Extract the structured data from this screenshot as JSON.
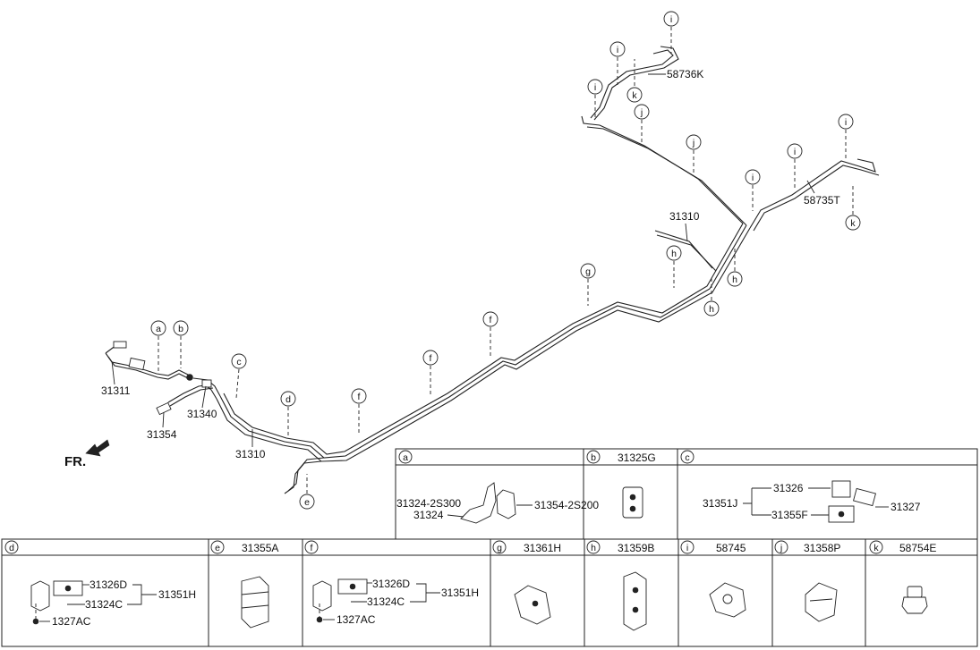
{
  "labels": {
    "p31311": "31311",
    "p31354": "31354",
    "p31340": "31340",
    "p31310_left": "31310",
    "p31310_right": "31310",
    "p58736K": "58736K",
    "p58735T": "58735T",
    "fr": "FR."
  },
  "callouts": {
    "a": "a",
    "b": "b",
    "c": "c",
    "d": "d",
    "e": "e",
    "f": "f",
    "g": "g",
    "h": "h",
    "i": "i",
    "j": "j",
    "k": "k"
  },
  "detail_cells": {
    "a": {
      "letter": "a",
      "parts": [
        "31324-2S300",
        "31324",
        "31354-2S200"
      ]
    },
    "b": {
      "letter": "b",
      "title": "31325G"
    },
    "c": {
      "letter": "c",
      "parts": [
        "31326",
        "31351J",
        "31355F",
        "31327"
      ]
    },
    "d": {
      "letter": "d",
      "parts": [
        "31326D",
        "31324C",
        "31351H",
        "1327AC"
      ]
    },
    "e": {
      "letter": "e",
      "title": "31355A"
    },
    "f": {
      "letter": "f",
      "parts": [
        "31326D",
        "31324C",
        "31351H",
        "1327AC"
      ]
    },
    "g": {
      "letter": "g",
      "title": "31361H"
    },
    "h": {
      "letter": "h",
      "title": "31359B"
    },
    "i": {
      "letter": "i",
      "title": "58745"
    },
    "j": {
      "letter": "j",
      "title": "31358P"
    },
    "k": {
      "letter": "k",
      "title": "58754E"
    }
  }
}
